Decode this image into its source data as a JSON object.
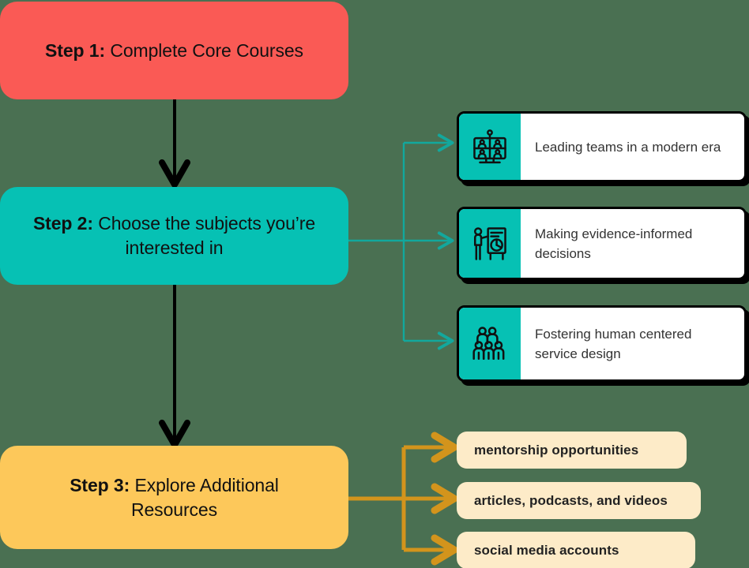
{
  "diagram": {
    "title": "Learning pathway flowchart",
    "background_color": "#4a7052",
    "steps": [
      {
        "id": "step-1",
        "prefix": "Step 1:",
        "label": " Complete Core Courses",
        "color": "#fa5a55"
      },
      {
        "id": "step-2",
        "prefix": "Step 2:",
        "label": " Choose the subjects you’re interested in",
        "color": "#06c1b4"
      },
      {
        "id": "step-3",
        "prefix": "Step 3:",
        "label": " Explore Additional Resources",
        "color": "#fdc85a"
      }
    ],
    "courses": [
      {
        "id": "course-1",
        "label": "Leading teams in a modern era",
        "icon": "video-conference-icon",
        "icon_panel_color": "#06c1b4"
      },
      {
        "id": "course-2",
        "label": "Making evidence-informed decisions",
        "icon": "presentation-chart-icon",
        "icon_panel_color": "#06c1b4"
      },
      {
        "id": "course-3",
        "label": "Fostering human centered service design",
        "icon": "people-group-icon",
        "icon_panel_color": "#06c1b4"
      }
    ],
    "resources": [
      {
        "id": "resource-1",
        "label": "mentorship opportunities",
        "color": "#fdebc8"
      },
      {
        "id": "resource-2",
        "label": "articles, podcasts, and videos",
        "color": "#fdebc8"
      },
      {
        "id": "resource-3",
        "label": "social media accounts",
        "color": "#fdebc8"
      }
    ],
    "connectors": {
      "step_flow_color": "#000000",
      "course_branch_color": "#12a89d",
      "resource_branch_color": "#d3941c"
    }
  }
}
